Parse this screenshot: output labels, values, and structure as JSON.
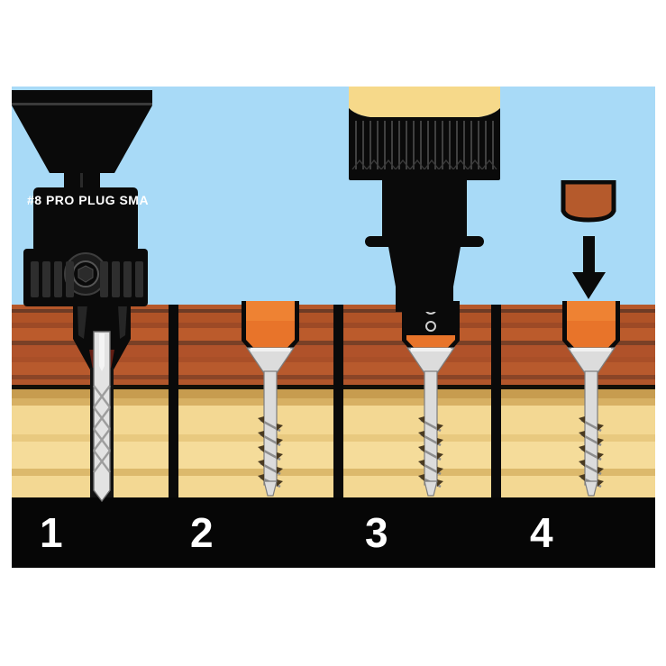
{
  "figure": {
    "title": "Pro Plug System four-step installation sequence",
    "background_color": "#ffffff",
    "sky_color": "#a8daf7",
    "dark_wood_color": "#b5572a",
    "light_wood_color": "#f3d893",
    "plug_color": "#b55a2c",
    "metal_color": "#dcdcdc",
    "tool_color": "#0a0a0a",
    "cap_color": "#f6d98a"
  },
  "tool_label": {
    "text": "#8 PRO PLUG SMA",
    "full_hint": "#8 PRO PLUG SMA"
  },
  "steps": [
    {
      "number": "1",
      "name": "drill-countersink",
      "caption": ""
    },
    {
      "number": "2",
      "name": "screw-set",
      "caption": ""
    },
    {
      "number": "3",
      "name": "drive-screw",
      "caption": ""
    },
    {
      "number": "4",
      "name": "insert-plug",
      "caption": ""
    }
  ],
  "icons": {
    "down_arrow": "down-arrow-icon",
    "drill_bit": "drill-bit-icon",
    "screw": "screw-icon",
    "driver": "driver-bit-icon",
    "plug": "wood-plug-icon"
  }
}
